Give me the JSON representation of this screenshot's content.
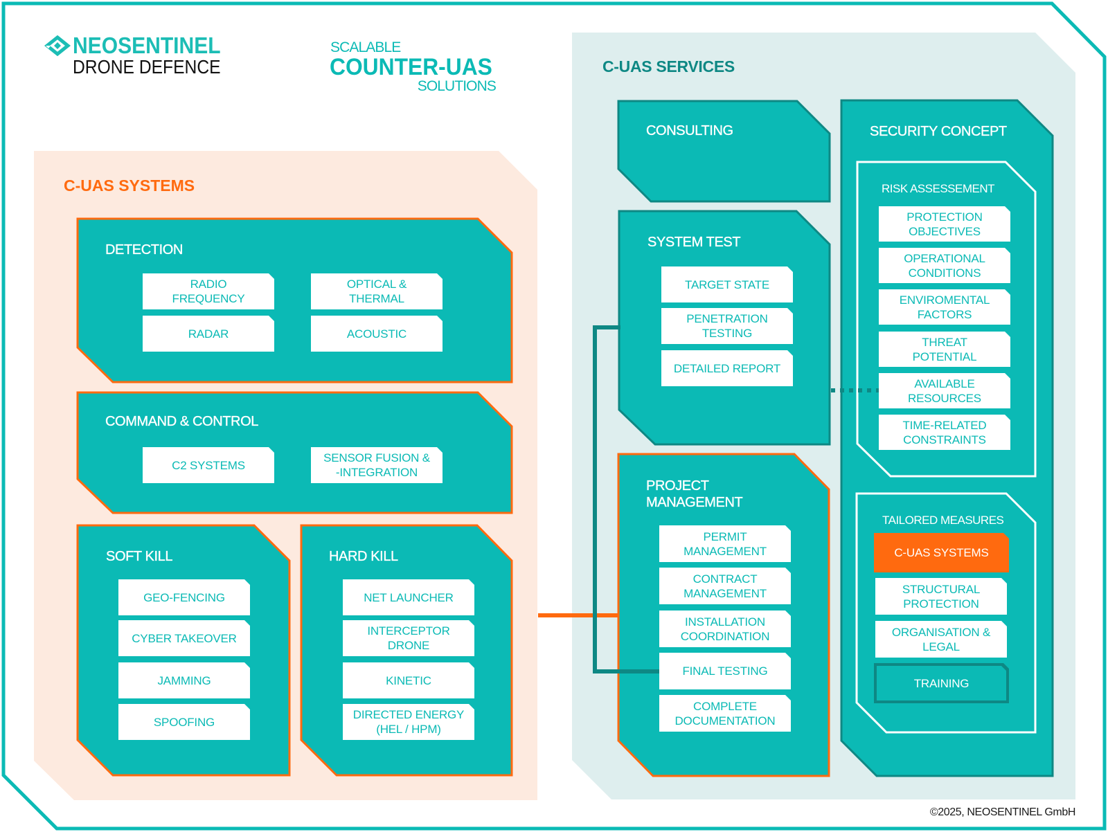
{
  "header": {
    "logo_icon": "diamond-eye-icon",
    "brand_name": "NEOSENTINEL",
    "brand_tagline": "DRONE DEFENCE",
    "headline_top": "SCALABLE",
    "headline_main": "COUNTER-UAS",
    "headline_bottom": "SOLUTIONS"
  },
  "systems": {
    "title": "C-UAS SYSTEMS",
    "detection": {
      "title": "DETECTION",
      "items": [
        "RADIO\nFREQUENCY",
        "OPTICAL &\nTHERMAL",
        "RADAR",
        "ACOUSTIC"
      ]
    },
    "command_control": {
      "title": "COMMAND & CONTROL",
      "items": [
        "C2 SYSTEMS",
        "SENSOR FUSION &\n-INTEGRATION"
      ]
    },
    "soft_kill": {
      "title": "SOFT KILL",
      "items": [
        "GEO-FENCING",
        "CYBER TAKEOVER",
        "JAMMING",
        "SPOOFING"
      ]
    },
    "hard_kill": {
      "title": "HARD KILL",
      "items": [
        "NET LAUNCHER",
        "INTERCEPTOR\nDRONE",
        "KINETIC",
        "DIRECTED ENERGY\n(HEL / HPM)"
      ]
    }
  },
  "services": {
    "title": "C-UAS SERVICES",
    "consulting": {
      "title": "CONSULTING"
    },
    "system_test": {
      "title": "SYSTEM TEST",
      "items": [
        "TARGET STATE",
        "PENETRATION\nTESTING",
        "DETAILED REPORT"
      ]
    },
    "project_management": {
      "title": "PROJECT\nMANAGEMENT",
      "items": [
        "PERMIT\nMANAGEMENT",
        "CONTRACT\nMANAGEMENT",
        "INSTALLATION\nCOORDINATION",
        "FINAL TESTING",
        "COMPLETE\nDOCUMENTATION"
      ]
    },
    "security_concept": {
      "title": "SECURITY CONCEPT",
      "risk_assessment": {
        "title": "RISK ASSESSEMENT",
        "items": [
          "PROTECTION\nOBJECTIVES",
          "OPERATIONAL\nCONDITIONS",
          "ENVIROMENTAL\nFACTORS",
          "THREAT\nPOTENTIAL",
          "AVAILABLE\nRESOURCES",
          "TIME-RELATED\nCONSTRAINTS"
        ]
      },
      "tailored_measures": {
        "title": "TAILORED MEASURES",
        "items": [
          {
            "label": "C-UAS SYSTEMS",
            "variant": "highlight"
          },
          {
            "label": "STRUCTURAL\nPROTECTION",
            "variant": "default"
          },
          {
            "label": "ORGANISATION &\nLEGAL",
            "variant": "default"
          },
          {
            "label": "TRAINING",
            "variant": "outline"
          }
        ]
      }
    }
  },
  "connections": [
    {
      "from": "C-UAS SYSTEMS",
      "to": "PROJECT MANAGEMENT",
      "style": "solid-orange"
    },
    {
      "from": "SYSTEM TEST",
      "to": "FINAL TESTING",
      "style": "solid-dark-teal"
    },
    {
      "from": "SYSTEM TEST",
      "to": "AVAILABLE RESOURCES",
      "style": "dotted-dark-teal"
    }
  ],
  "footer": {
    "copyright": "©2025, NEOSENTINEL GmbH"
  },
  "colors": {
    "teal": "#0BBAB5",
    "dark_teal": "#0E8884",
    "orange": "#FF6A0F",
    "peach": "#FDEADF",
    "light_blue": "#DEEEEE"
  }
}
